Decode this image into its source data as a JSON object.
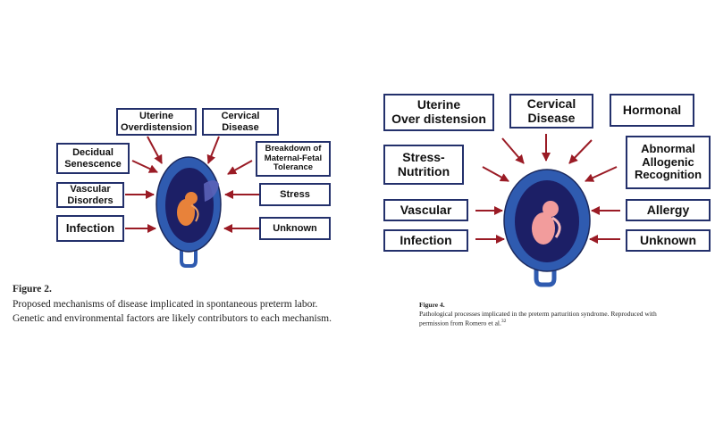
{
  "figure_left": {
    "boxes": {
      "uterine": "Uterine\nOverdistension",
      "cervical": "Cervical\nDisease",
      "decidual": "Decidual\nSenescence",
      "breakdown": "Breakdown of\nMaternal-Fetal\nTolerance",
      "vascular": "Vascular\nDisorders",
      "stress": "Stress",
      "infection": "Infection",
      "unknown": "Unknown"
    },
    "caption_label": "Figure 2.",
    "caption_text": "Proposed mechanisms of disease implicated in spontaneous preterm labor. Genetic and environmental factors are likely contributors to each mechanism."
  },
  "figure_right": {
    "boxes": {
      "uterine": "Uterine\nOver distension",
      "cervical": "Cervical\nDisease",
      "hormonal": "Hormonal",
      "stress": "Stress-\nNutrition",
      "allogenic": "Abnormal\nAllogenic\nRecognition",
      "vascular": "Vascular",
      "allergy": "Allergy",
      "infection": "Infection",
      "unknown": "Unknown"
    },
    "caption_label": "Figure 4.",
    "caption_text": "Pathological processes implicated in the preterm parturition syndrome. Reproduced with permission from Romero et al.",
    "caption_ref": "32"
  },
  "colors": {
    "arrow": "#9a1b25",
    "box_border": "#23306b",
    "uterus_outer": "#2f5bb0",
    "uterus_inner": "#1c1f66",
    "fetus_left": "#e8823a",
    "fetus_right": "#f29c9c"
  }
}
